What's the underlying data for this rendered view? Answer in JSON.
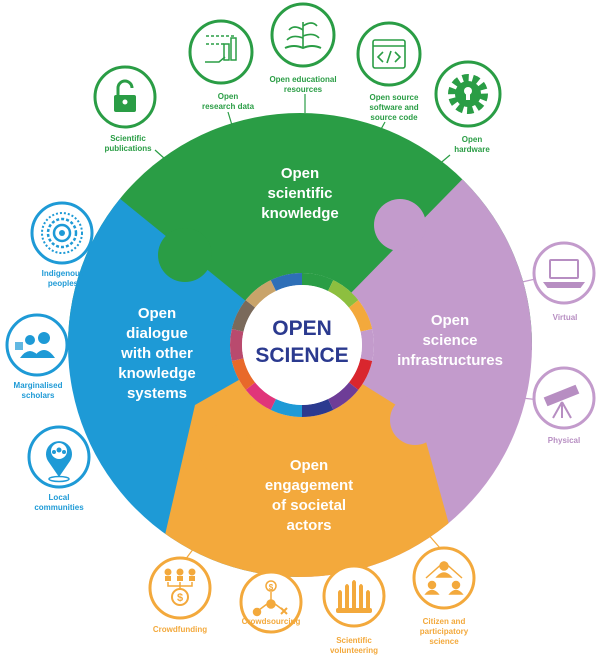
{
  "center": {
    "line1": "OPEN",
    "line2": "SCIENCE"
  },
  "colors": {
    "green": "#2a9d45",
    "blue": "#1e9ad6",
    "purple": "#c39bcc",
    "orange": "#f3a93c",
    "navy": "#2b3a8f"
  },
  "pieces": {
    "knowledge": {
      "line1": "Open",
      "line2": "scientific",
      "line3": "knowledge"
    },
    "dialogue": {
      "line1": "Open",
      "line2": "dialogue",
      "line3": "with other",
      "line4": "knowledge",
      "line5": "systems"
    },
    "infrastructures": {
      "line1": "Open",
      "line2": "science",
      "line3": "infrastructures"
    },
    "engagement": {
      "line1": "Open",
      "line2": "engagement",
      "line3": "of societal",
      "line4": "actors"
    }
  },
  "knowledge_items": [
    {
      "icon": "padlock-open-icon",
      "line1": "Scientific",
      "line2": "publications"
    },
    {
      "icon": "research-data-icon",
      "line1": "Open",
      "line2": "research data"
    },
    {
      "icon": "plant-book-icon",
      "line1": "Open educational",
      "line2": "resources"
    },
    {
      "icon": "code-window-icon",
      "line1": "Open source",
      "line2": "software and",
      "line3": "source code"
    },
    {
      "icon": "gear-lock-icon",
      "line1": "Open",
      "line2": "hardware"
    }
  ],
  "dialogue_items": [
    {
      "icon": "concentric-circles-icon",
      "line1": "Indigenous",
      "line2": "peoples"
    },
    {
      "icon": "scholars-group-icon",
      "line1": "Marginalised",
      "line2": "scholars"
    },
    {
      "icon": "community-pin-icon",
      "line1": "Local",
      "line2": "communities"
    }
  ],
  "infrastructure_items": [
    {
      "icon": "laptop-icon",
      "line1": "Virtual"
    },
    {
      "icon": "telescope-icon",
      "line1": "Physical"
    }
  ],
  "engagement_items": [
    {
      "icon": "crowdfunding-icon",
      "line1": "Crowdfunding"
    },
    {
      "icon": "crowdsourcing-icon",
      "line1": "Crowdsourcing"
    },
    {
      "icon": "raised-hands-icon",
      "line1": "Scientific",
      "line2": "volunteering"
    },
    {
      "icon": "citizen-science-icon",
      "line1": "Citizen and",
      "line2": "participatory",
      "line3": "science"
    }
  ]
}
